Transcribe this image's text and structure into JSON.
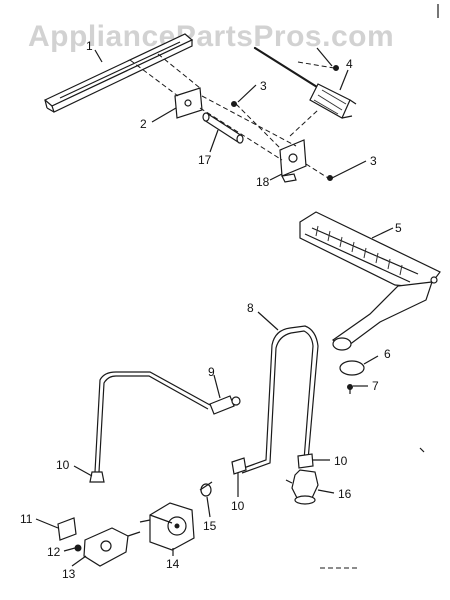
{
  "watermark": "AppliancePartsPros.com",
  "callouts": [
    {
      "id": "1",
      "text": "1"
    },
    {
      "id": "2",
      "text": "2"
    },
    {
      "id": "3a",
      "text": "3"
    },
    {
      "id": "3b",
      "text": "3"
    },
    {
      "id": "4",
      "text": "4"
    },
    {
      "id": "5",
      "text": "5"
    },
    {
      "id": "6",
      "text": "6"
    },
    {
      "id": "7",
      "text": "7"
    },
    {
      "id": "8",
      "text": "8"
    },
    {
      "id": "9",
      "text": "9"
    },
    {
      "id": "10a",
      "text": "10"
    },
    {
      "id": "10b",
      "text": "10"
    },
    {
      "id": "10c",
      "text": "10"
    },
    {
      "id": "11",
      "text": "11"
    },
    {
      "id": "12",
      "text": "12"
    },
    {
      "id": "13",
      "text": "13"
    },
    {
      "id": "14",
      "text": "14"
    },
    {
      "id": "15",
      "text": "15"
    },
    {
      "id": "16",
      "text": "16"
    },
    {
      "id": "17",
      "text": "17"
    },
    {
      "id": "18",
      "text": "18"
    }
  ]
}
